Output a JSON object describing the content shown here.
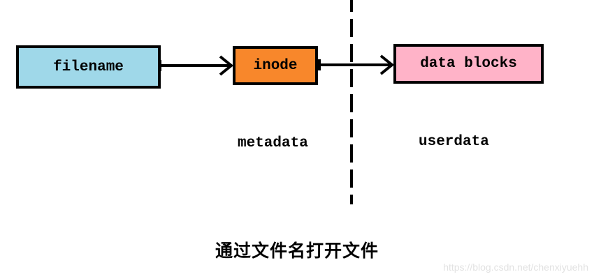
{
  "diagram": {
    "title_caption": "通过文件名打开文件",
    "nodes": [
      {
        "id": "filename",
        "label": "filename",
        "fill": "#9fd8e9"
      },
      {
        "id": "inode",
        "label": "inode",
        "fill": "#f8872b"
      },
      {
        "id": "data_blocks",
        "label": "data blocks",
        "fill": "#ffb3c8"
      }
    ],
    "section_labels": {
      "metadata": "metadata",
      "userdata": "userdata"
    },
    "connectors": [
      {
        "from": "filename",
        "to": "inode"
      },
      {
        "from": "inode",
        "to": "data_blocks"
      }
    ],
    "divider": {
      "style": "dashed-vertical",
      "separates": [
        "metadata",
        "userdata"
      ]
    },
    "watermark": "https://blog.csdn.net/chenxiyuehh",
    "colors": {
      "node_border": "#000000",
      "arrow": "#000000",
      "divider": "#000000",
      "text": "#000000",
      "watermark_text": "#e2e2e2",
      "background": "#ffffff"
    }
  }
}
